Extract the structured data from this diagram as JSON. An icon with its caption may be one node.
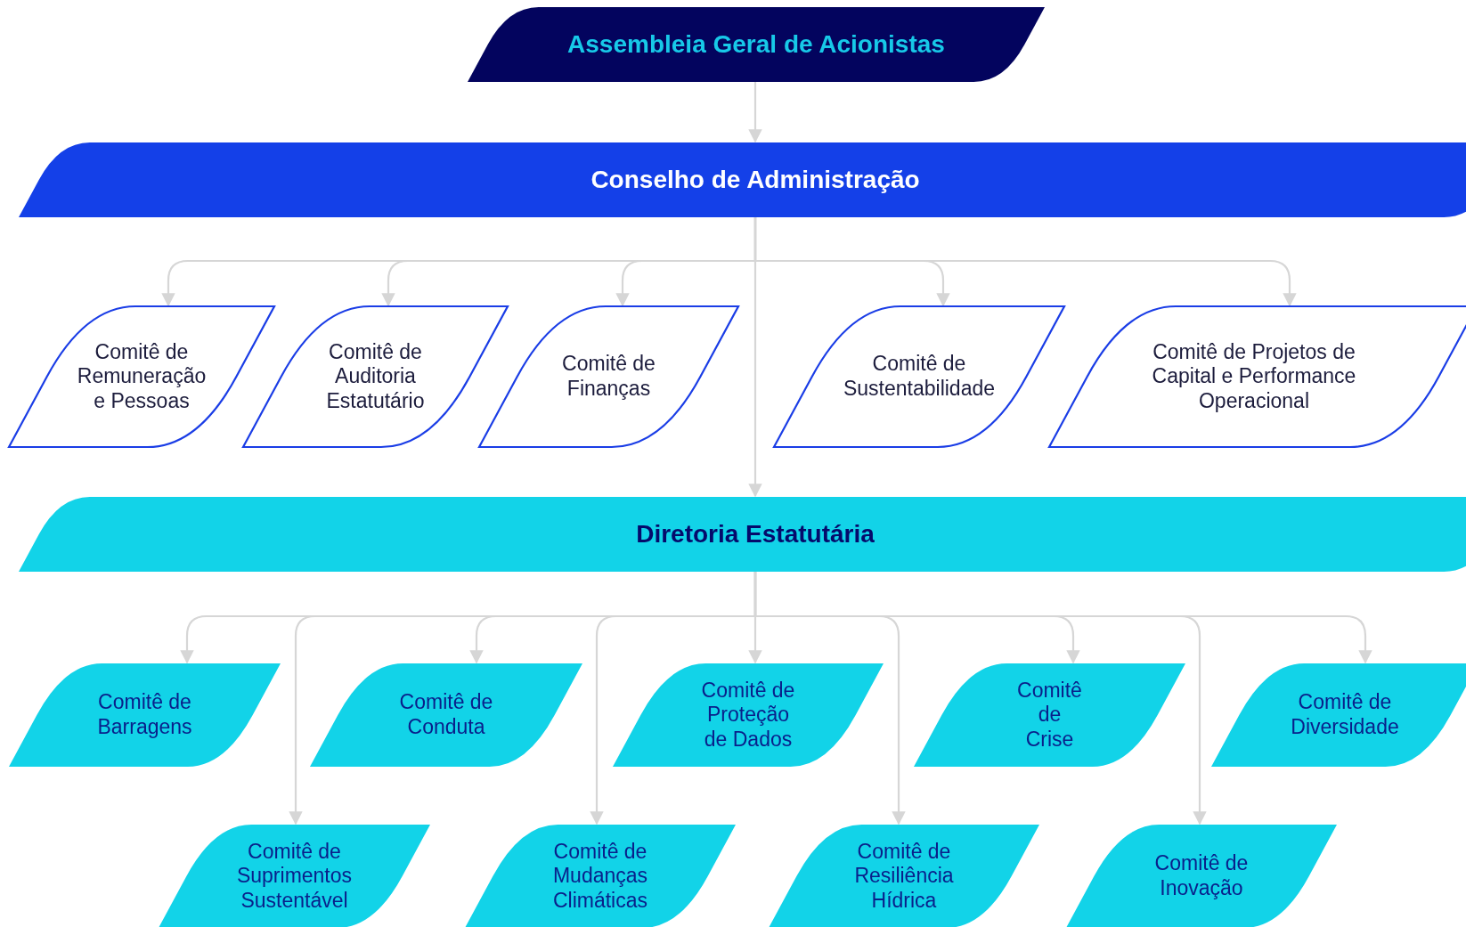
{
  "diagram": {
    "nodes": [
      {
        "text": [
          "Assembleia Geral de Acionistas"
        ]
      },
      {
        "text": [
          "Conselho de Administração"
        ]
      },
      {
        "text": [
          "Comitê de Remuneração e Pessoas"
        ]
      },
      {
        "text": [
          "Comitê de Auditoria Estatutário"
        ]
      },
      {
        "text": [
          "Comitê de Finanças"
        ]
      },
      {
        "text": [
          "Comitê de Sustentabilidade"
        ]
      },
      {
        "text": [
          "Comitê de Projetos de Capital e Performance Operacional"
        ]
      },
      {
        "text": [
          "Diretoria Estatutária"
        ]
      },
      {
        "text": [
          "Comitê de Barragens"
        ]
      },
      {
        "text": [
          "Comitê de Conduta"
        ]
      },
      {
        "text": [
          "Comitê de Proteção de Dados"
        ]
      },
      {
        "text": [
          "Comitê de Crise"
        ]
      },
      {
        "text": [
          "Comitê de Diversidade"
        ]
      },
      {
        "text": [
          "Comitê de Suprimentos Sustentável"
        ]
      },
      {
        "text": [
          "Comitê de Mudanças Climáticas"
        ]
      },
      {
        "text": [
          "Comitê de Resiliência Hídrica"
        ]
      },
      {
        "text": [
          "Comitê de Inovação"
        ]
      }
    ],
    "edges": [
      {
        "from": 0,
        "to": 1,
        "arrow": "to"
      },
      {
        "from": 1,
        "to": 2,
        "arrow": "to"
      },
      {
        "from": 1,
        "to": 3,
        "arrow": "to"
      },
      {
        "from": 1,
        "to": 4,
        "arrow": "to"
      },
      {
        "from": 1,
        "to": 5,
        "arrow": "to"
      },
      {
        "from": 1,
        "to": 6,
        "arrow": "to"
      },
      {
        "from": 1,
        "to": 7,
        "arrow": "to"
      },
      {
        "from": 7,
        "to": 8,
        "arrow": "to"
      },
      {
        "from": 7,
        "to": 9,
        "arrow": "to"
      },
      {
        "from": 7,
        "to": 10,
        "arrow": "to"
      },
      {
        "from": 7,
        "to": 11,
        "arrow": "to"
      },
      {
        "from": 7,
        "to": 12,
        "arrow": "to"
      },
      {
        "from": 7,
        "to": 13,
        "arrow": "to"
      },
      {
        "from": 7,
        "to": 14,
        "arrow": "to"
      },
      {
        "from": 7,
        "to": 15,
        "arrow": "to"
      },
      {
        "from": 7,
        "to": 16,
        "arrow": "to"
      }
    ]
  }
}
